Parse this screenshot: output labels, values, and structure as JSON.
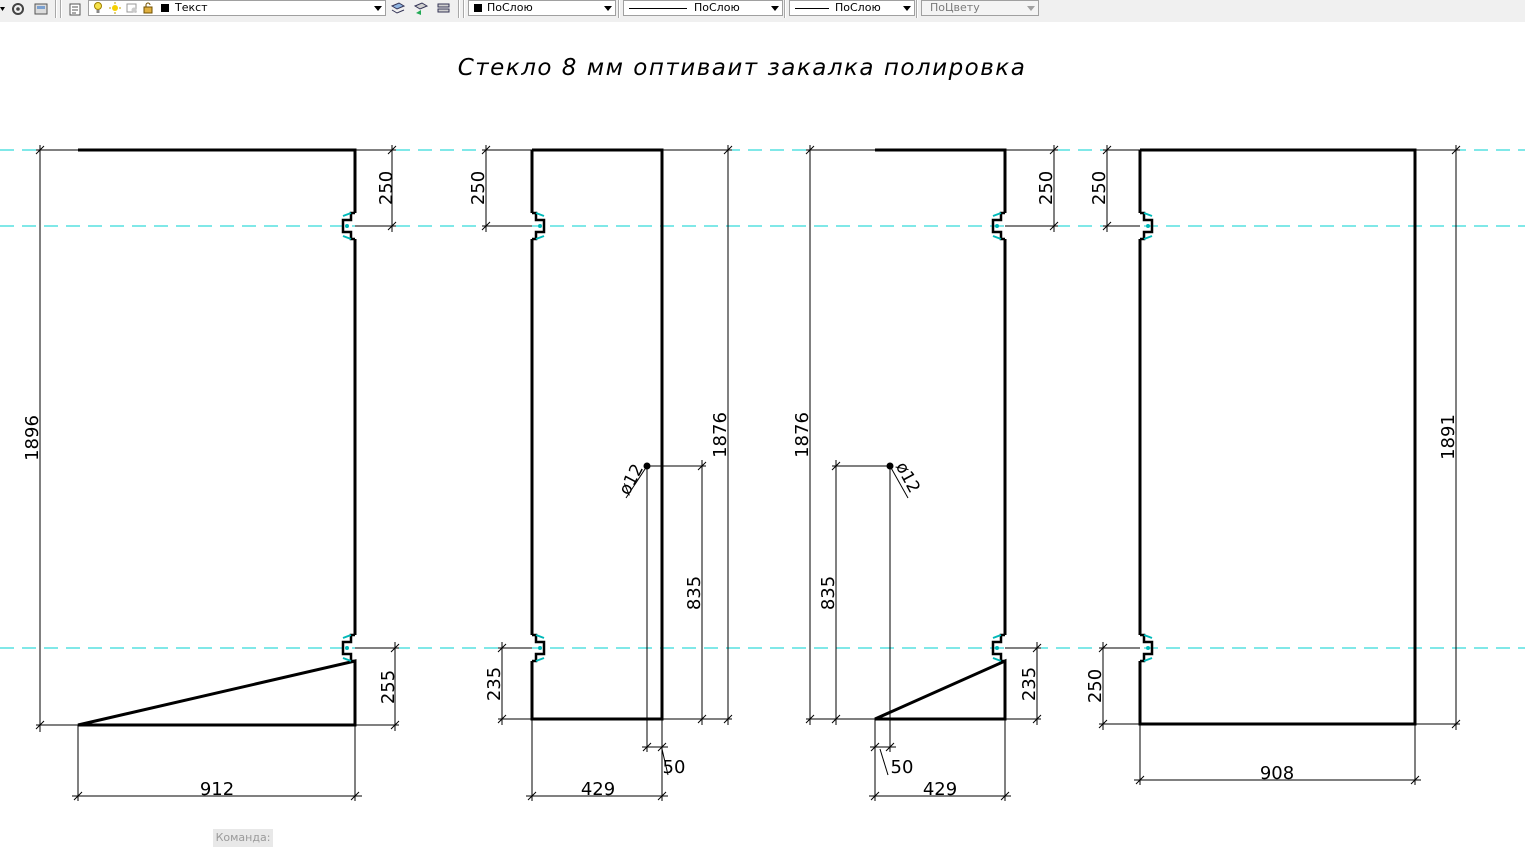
{
  "toolbar": {
    "layer_name": "Текст",
    "color_value": "ПоСлою",
    "linetype_value": "ПоСлою",
    "lineweight_value": "ПоСлою",
    "plotstyle_value": "ПоЦвету"
  },
  "drawing": {
    "title": "Стекло 8 мм оптиваит закалка полировка",
    "panel1": {
      "height_dim": "1896",
      "top_dim": "250",
      "bottom_dim": "255",
      "width_dim": "912"
    },
    "panel2": {
      "height_dim": "1876",
      "top_dim": "250",
      "bottom_dim": "235",
      "hole_height_dim": "835",
      "hole_dia": "ø12",
      "hole_offset_dim": "50",
      "width_dim": "429"
    },
    "panel3": {
      "height_dim": "1876",
      "top_dim": "250",
      "bottom_dim": "235",
      "hole_height_dim": "835",
      "hole_dia": "ø12",
      "hole_offset_dim": "50",
      "width_dim": "429"
    },
    "panel4": {
      "height_dim": "1891",
      "top_dim": "250",
      "bottom_dim": "250",
      "width_dim": "908"
    }
  },
  "command_line": {
    "label": "Команда:"
  },
  "colors": {
    "guide_line": "#00d0d0",
    "outline": "#000000",
    "hinge": "#00c0c0"
  }
}
